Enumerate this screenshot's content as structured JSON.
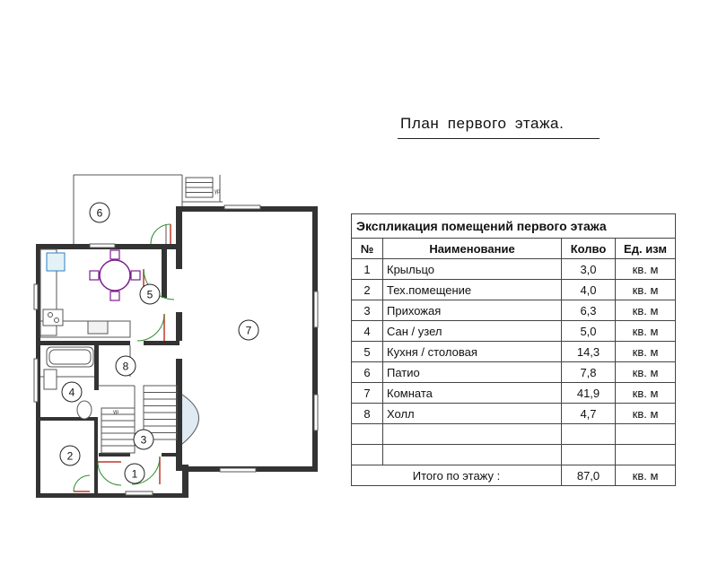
{
  "plan": {
    "title": "План первого этажа.",
    "room_labels": [
      "1",
      "2",
      "3",
      "4",
      "5",
      "6",
      "7",
      "8"
    ],
    "stair_marks": [
      "ур",
      "ур"
    ],
    "colors": {
      "wall": "#333333",
      "line": "#555555",
      "door_arc": "#2e8b2e",
      "door_leaf": "#c0392b",
      "furniture": "#7b1f8f",
      "fixture": "#2b7fc4",
      "room_circle": "#ffffff"
    }
  },
  "schedule": {
    "title": "Экспликация помещений первого этажа",
    "headers": {
      "num": "№",
      "name": "Наименование",
      "qty": "Колво",
      "unit": "Ед. изм"
    },
    "rows": [
      {
        "num": "1",
        "name": "Крыльцо",
        "qty": "3,0",
        "unit": "кв. м"
      },
      {
        "num": "2",
        "name": "Тех.помещение",
        "qty": "4,0",
        "unit": "кв. м"
      },
      {
        "num": "3",
        "name": "Прихожая",
        "qty": "6,3",
        "unit": "кв. м"
      },
      {
        "num": "4",
        "name": "Сан / узел",
        "qty": "5,0",
        "unit": "кв. м"
      },
      {
        "num": "5",
        "name": "Кухня / столовая",
        "qty": "14,3",
        "unit": "кв. м"
      },
      {
        "num": "6",
        "name": "Патио",
        "qty": "7,8",
        "unit": "кв. м"
      },
      {
        "num": "7",
        "name": "Комната",
        "qty": "41,9",
        "unit": "кв. м"
      },
      {
        "num": "8",
        "name": "Холл",
        "qty": "4,7",
        "unit": "кв. м"
      }
    ],
    "blank_rows": 2,
    "total": {
      "label": "Итого по этажу :",
      "qty": "87,0",
      "unit": "кв. м"
    }
  }
}
